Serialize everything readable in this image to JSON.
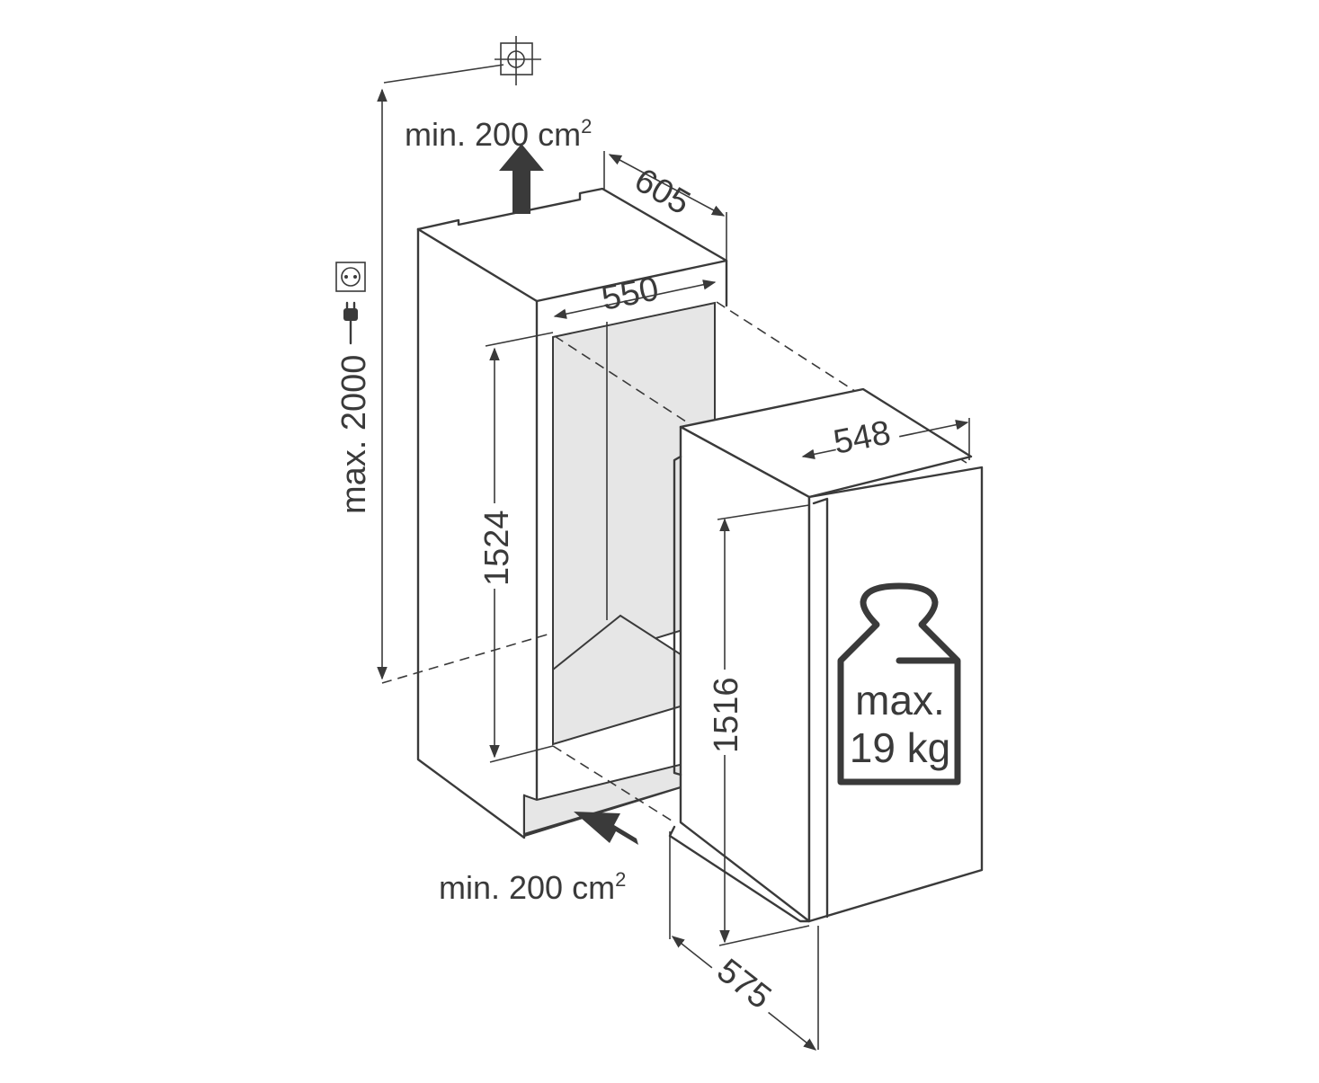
{
  "dimensions": {
    "niche_width_outer": "605",
    "niche_width_inner": "550",
    "niche_height": "1524",
    "appliance_width": "548",
    "appliance_height": "1516",
    "appliance_depth": "575",
    "max_height": "max. 2000"
  },
  "ventilation": {
    "top_label": "min. 200 cm",
    "top_sup": "2",
    "bottom_label": "min. 200 cm",
    "bottom_sup": "2"
  },
  "door_load": {
    "line1": "max.",
    "line2": "19 kg"
  },
  "icons": [
    "anchor-mark-icon",
    "socket-icon",
    "plug-icon",
    "weight-icon",
    "arrow-up-icon",
    "arrow-in-icon"
  ],
  "colors": {
    "line": "#3a3a3a",
    "shade": "#e6e6e6",
    "background": "#ffffff"
  }
}
